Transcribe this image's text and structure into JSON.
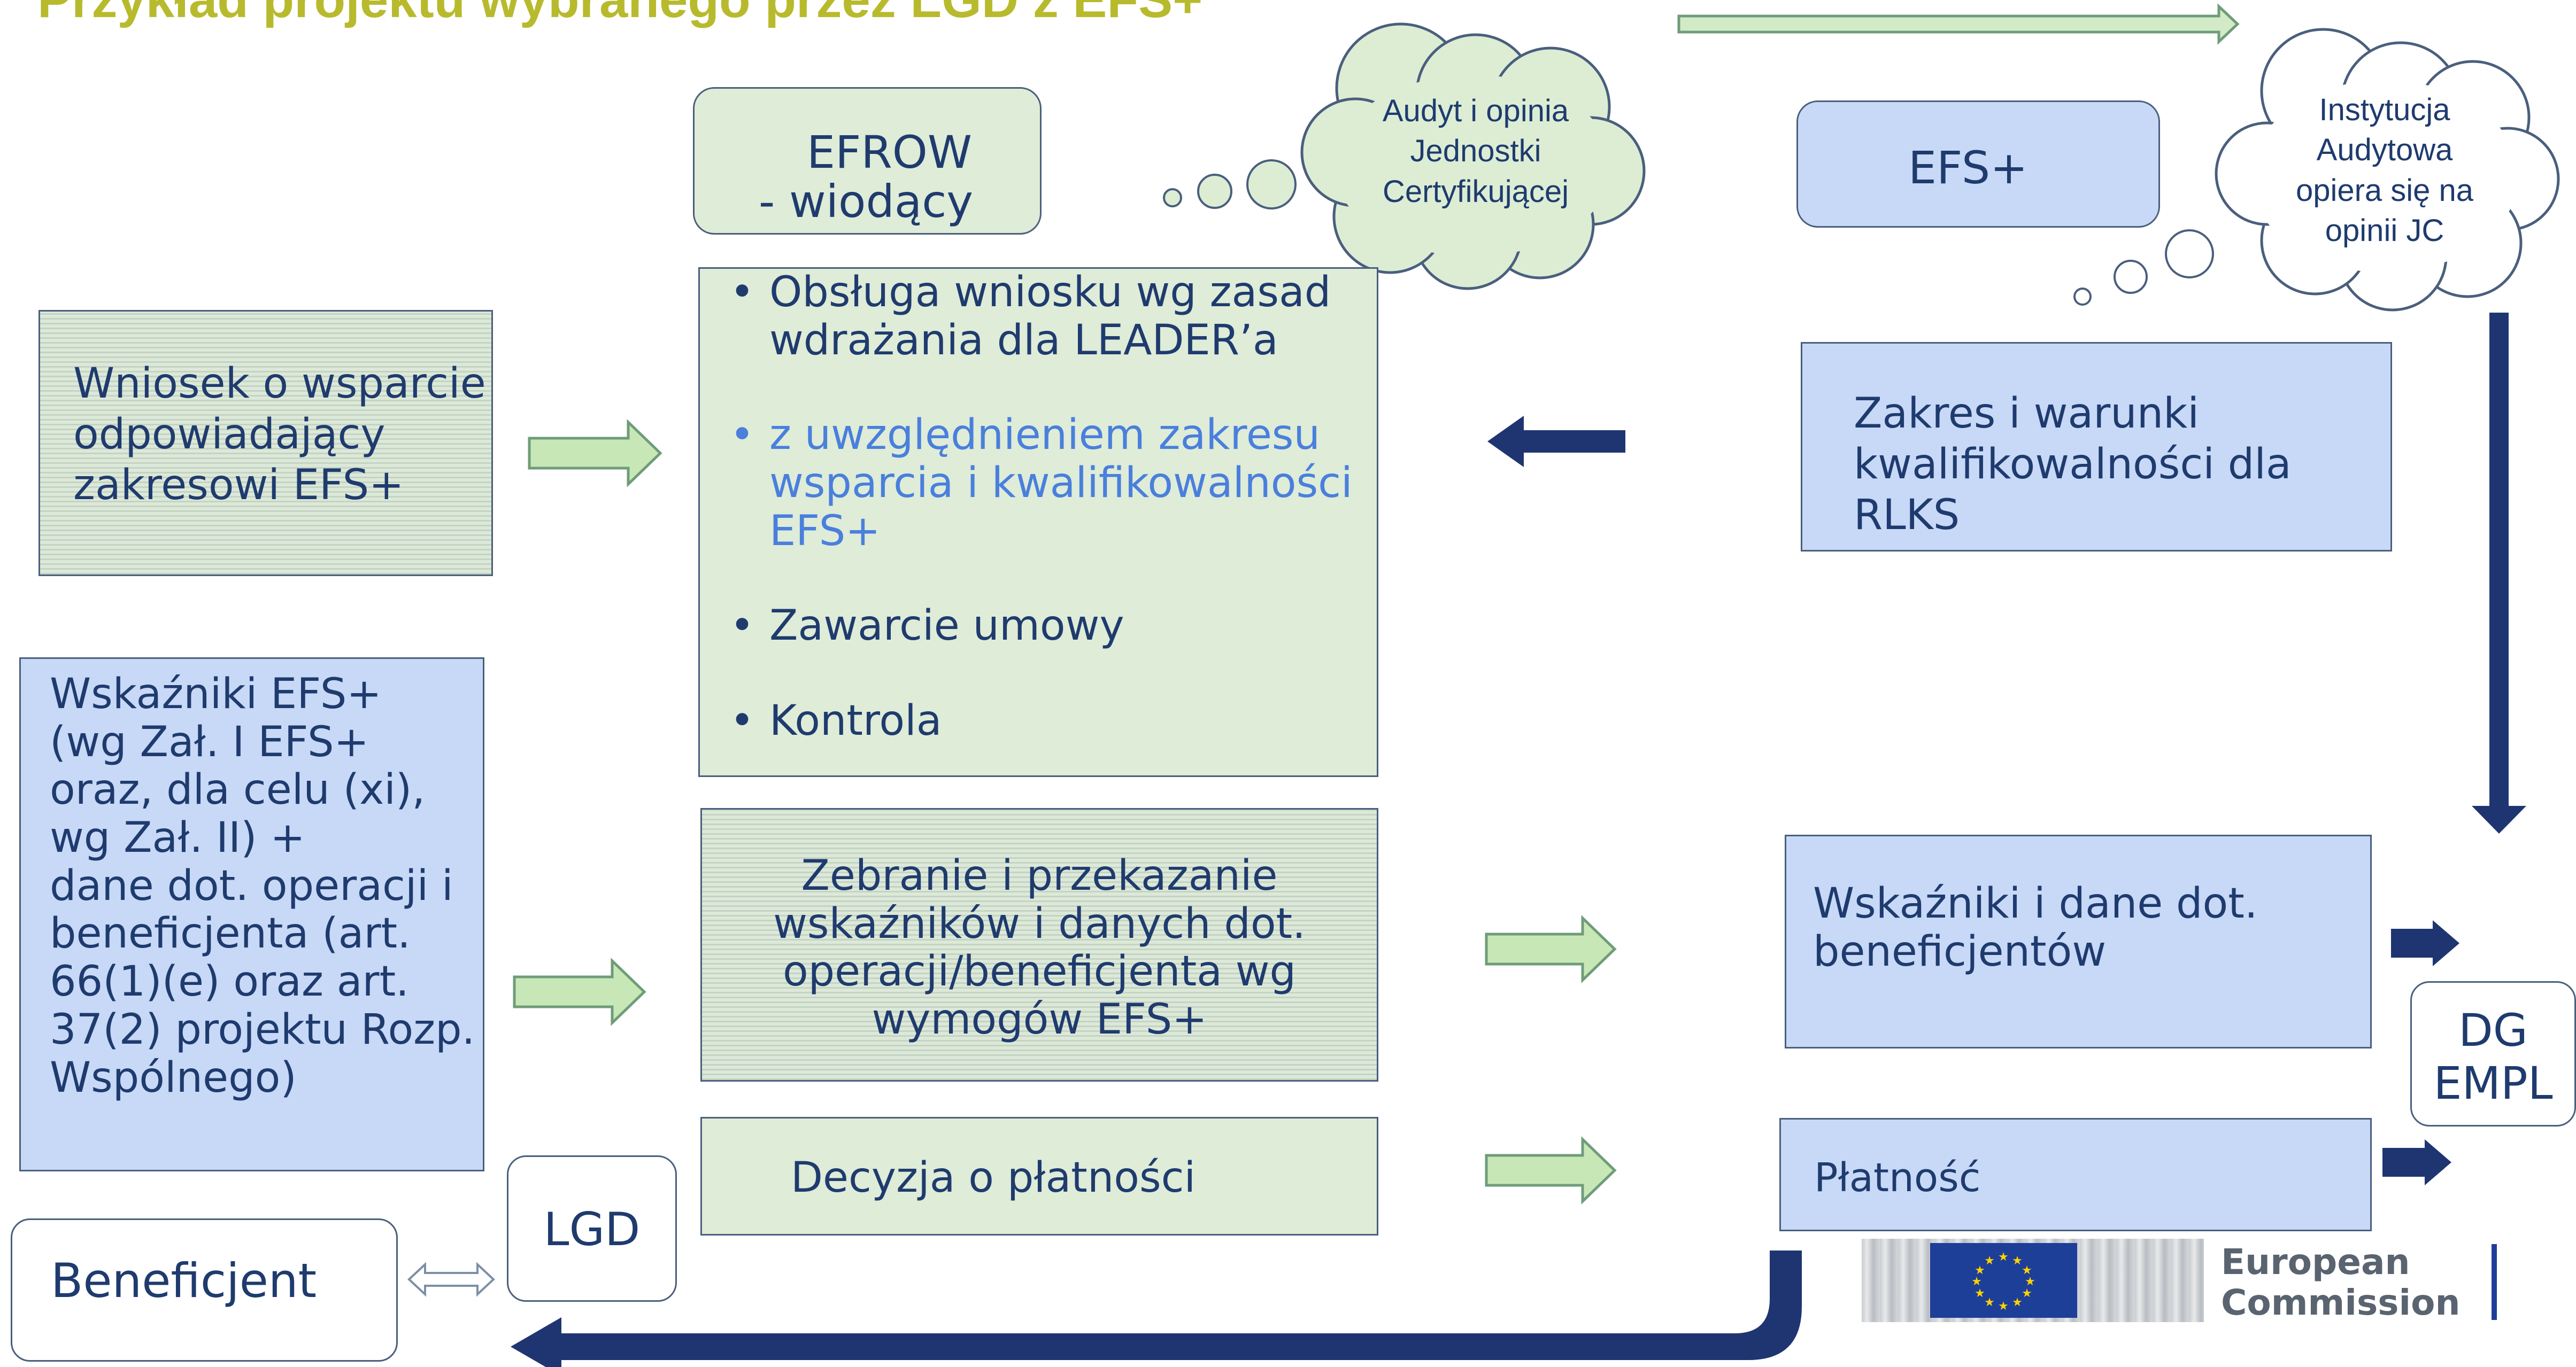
{
  "title": "Przykład projektu wybranego przez LGD z EFS+",
  "efrow_label_line1": "EFROW",
  "efrow_label_line2": "- wiodący",
  "efs_label": "EFS+",
  "cloud_left": [
    "Audyt i opinia",
    "Jednostki",
    "Certyfikującej"
  ],
  "cloud_right": [
    "Instytucja",
    "Audytowa",
    "opiera się na",
    "opinii JC"
  ],
  "wniosek": [
    "Wniosek o wsparcie",
    "odpowiadający",
    "zakresowi EFS+"
  ],
  "bullets": [
    {
      "lines": [
        "Obsługa wniosku wg zasad",
        "wdrażania dla LEADER’a"
      ],
      "highlight": false
    },
    {
      "lines": [
        "z uwzględnieniem zakresu",
        "wsparcia i kwalifikowalności",
        "EFS+"
      ],
      "highlight": true
    },
    {
      "lines": [
        "Zawarcie umowy"
      ],
      "highlight": false
    },
    {
      "lines": [
        "Kontrola"
      ],
      "highlight": false
    }
  ],
  "zakres": [
    "Zakres i warunki",
    "kwalifikowalności dla",
    "RLKS"
  ],
  "wskazniki_left": [
    "Wskaźniki  EFS+",
    "(wg Zał. I EFS+",
    "oraz, dla celu (xi),",
    "wg Zał. II) +",
    "dane dot. operacji i",
    "beneficjenta (art.",
    "66(1)(e) oraz art.",
    "37(2) projektu Rozp.",
    "Wspólnego)"
  ],
  "zebranie": [
    "Zebranie i przekazanie",
    "wskaźników i danych dot.",
    "operacji/beneficjenta wg",
    "wymogów EFS+"
  ],
  "wskazniki_right": [
    "Wskaźniki  i dane dot.",
    "beneficjentów"
  ],
  "dg": [
    "DG",
    "EMPL"
  ],
  "decyzja": "Decyzja o płatności",
  "platnosc": "Płatność",
  "lgd": "LGD",
  "beneficjent": "Beneficjent",
  "ec_logo": [
    "European",
    "Commission"
  ],
  "colors": {
    "title": "#b8ba2d",
    "green_box": "#deecd8",
    "blue_box": "#c7d9f7",
    "navy_arrow": "#1f3572",
    "green_arrow": "#c3e6b4",
    "text": "#1f3b6e",
    "highlight_text": "#4a7fdc"
  }
}
